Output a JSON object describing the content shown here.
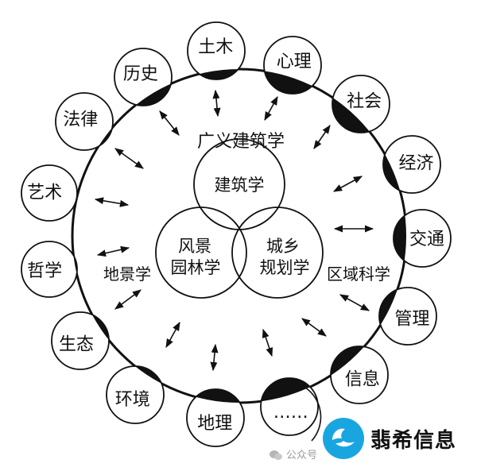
{
  "diagram": {
    "broad_label": "广义建筑学",
    "core": {
      "top": "建筑学",
      "left_line1": "风景",
      "left_line2": "园林学",
      "right_line1": "城乡",
      "right_line2": "规划学"
    },
    "fields": {
      "landscape_geography": "地景学",
      "regional_science": "区域科学"
    },
    "disciplines": [
      "土木",
      "心理",
      "社会",
      "经济",
      "交通",
      "管理",
      "信息",
      "……",
      "地理",
      "环境",
      "生态",
      "哲学",
      "艺术",
      "法律",
      "历史"
    ]
  },
  "watermark": {
    "text": "公众号",
    "brand": "翡希信息"
  }
}
